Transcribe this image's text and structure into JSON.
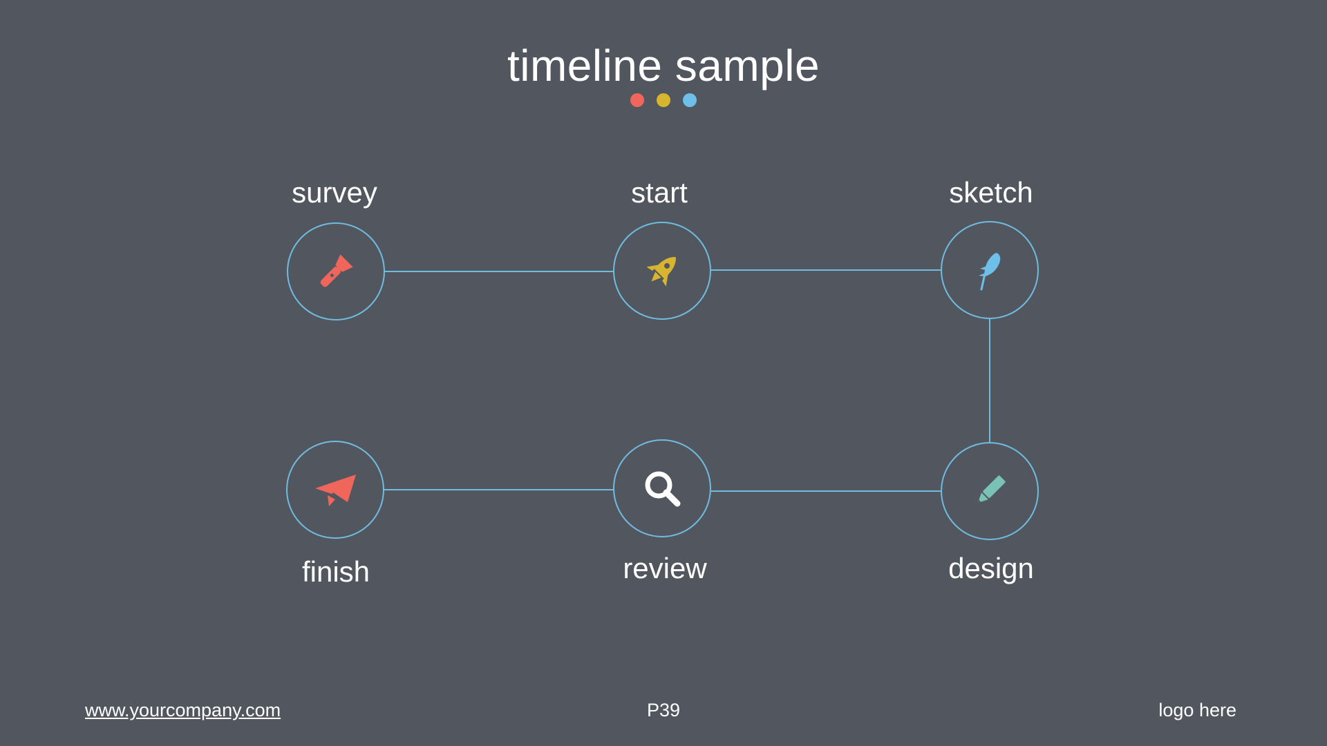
{
  "title": "timeline sample",
  "accent_dots": [
    "#f0665b",
    "#d8b52e",
    "#6fc0e8"
  ],
  "line_color": "#6fbce0",
  "steps": [
    {
      "label": "survey",
      "icon": "flashlight-icon",
      "color": "#f0665b"
    },
    {
      "label": "start",
      "icon": "rocket-icon",
      "color": "#d8b52e"
    },
    {
      "label": "sketch",
      "icon": "feather-icon",
      "color": "#6fc0e8"
    },
    {
      "label": "design",
      "icon": "pencil-icon",
      "color": "#79c2b5"
    },
    {
      "label": "review",
      "icon": "search-icon",
      "color": "#ffffff"
    },
    {
      "label": "finish",
      "icon": "paper-plane-icon",
      "color": "#f0665b"
    }
  ],
  "footer": {
    "website": "www.yourcompany.com",
    "page": "P39",
    "logo": "logo here"
  }
}
